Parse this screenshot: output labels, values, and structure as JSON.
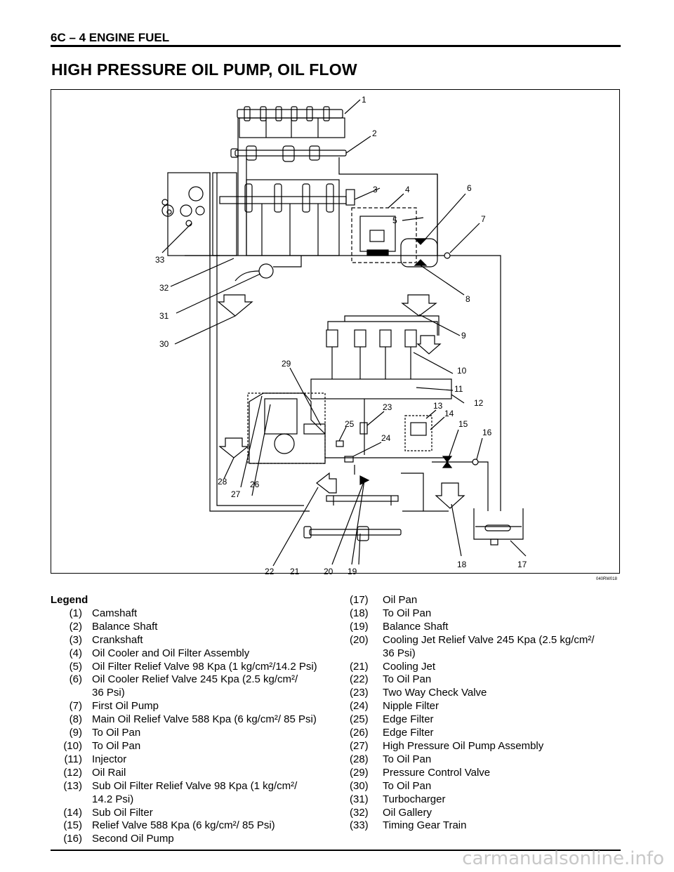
{
  "header": {
    "text": "6C – 4  ENGINE FUEL"
  },
  "title": "HIGH PRESSURE OIL PUMP, OIL FLOW",
  "figure": {
    "figure_id": "040RW018",
    "callouts": [
      "1",
      "2",
      "3",
      "4",
      "5",
      "6",
      "7",
      "8",
      "9",
      "10",
      "11",
      "12",
      "13",
      "14",
      "15",
      "16",
      "17",
      "18",
      "19",
      "20",
      "21",
      "22",
      "23",
      "24",
      "25",
      "26",
      "27",
      "28",
      "29",
      "30",
      "31",
      "32",
      "33"
    ]
  },
  "legend": {
    "title": "Legend",
    "left": [
      {
        "num": "(1)",
        "text": "Camshaft"
      },
      {
        "num": "(2)",
        "text": "Balance Shaft"
      },
      {
        "num": "(3)",
        "text": "Crankshaft"
      },
      {
        "num": "(4)",
        "text": "Oil Cooler and Oil Filter Assembly"
      },
      {
        "num": "(5)",
        "text": "Oil Filter Relief Valve 98 Kpa (1 kg/cm²/14.2 Psi)"
      },
      {
        "num": "(6)",
        "text": "Oil Cooler Relief Valve 245 Kpa (2.5 kg/cm²/"
      },
      {
        "num": "",
        "text": "36 Psi)"
      },
      {
        "num": "(7)",
        "text": "First Oil Pump"
      },
      {
        "num": "(8)",
        "text": "Main Oil Relief Valve 588 Kpa (6 kg/cm²/ 85 Psi)"
      },
      {
        "num": "(9)",
        "text": "To Oil Pan"
      },
      {
        "num": "(10)",
        "text": "To Oil Pan"
      },
      {
        "num": "(11)",
        "text": "Injector"
      },
      {
        "num": "(12)",
        "text": "Oil Rail"
      },
      {
        "num": "(13)",
        "text": "Sub Oil Filter Relief Valve 98 Kpa (1 kg/cm²/"
      },
      {
        "num": "",
        "text": "14.2 Psi)"
      },
      {
        "num": "(14)",
        "text": "Sub Oil Filter"
      },
      {
        "num": "(15)",
        "text": "Relief Valve 588 Kpa (6 kg/cm²/ 85 Psi)"
      },
      {
        "num": "(16)",
        "text": "Second Oil Pump"
      }
    ],
    "right": [
      {
        "num": "(17)",
        "text": "Oil Pan"
      },
      {
        "num": "(18)",
        "text": "To Oil Pan"
      },
      {
        "num": "(19)",
        "text": "Balance Shaft"
      },
      {
        "num": "(20)",
        "text": "Cooling Jet Relief Valve 245 Kpa (2.5 kg/cm²/"
      },
      {
        "num": "",
        "text": "36 Psi)"
      },
      {
        "num": "(21)",
        "text": "Cooling Jet"
      },
      {
        "num": "(22)",
        "text": "To Oil Pan"
      },
      {
        "num": "(23)",
        "text": "Two Way Check Valve"
      },
      {
        "num": "(24)",
        "text": "Nipple Filter"
      },
      {
        "num": "(25)",
        "text": "Edge Filter"
      },
      {
        "num": "(26)",
        "text": "Edge Filter"
      },
      {
        "num": "(27)",
        "text": "High Pressure Oil Pump Assembly"
      },
      {
        "num": "(28)",
        "text": "To Oil Pan"
      },
      {
        "num": "(29)",
        "text": "Pressure Control Valve"
      },
      {
        "num": "(30)",
        "text": "To Oil Pan"
      },
      {
        "num": "(31)",
        "text": "Turbocharger"
      },
      {
        "num": "(32)",
        "text": "Oil Gallery"
      },
      {
        "num": "(33)",
        "text": "Timing Gear Train"
      }
    ]
  },
  "watermark": "carmanualsonline.info"
}
